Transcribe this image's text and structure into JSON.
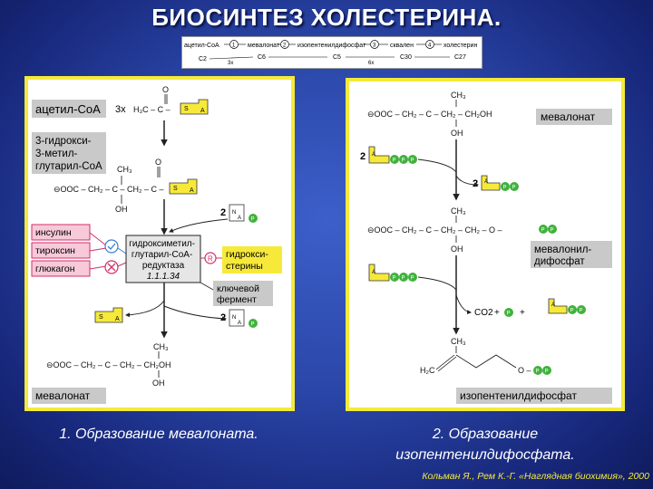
{
  "title": "БИОСИНТЕЗ ХОЛЕСТЕРИНА.",
  "scheme": {
    "compounds": [
      "ацетил-CoA",
      "мевалонат",
      "изопентенилдифосфат",
      "сквален",
      "холестерин"
    ],
    "steps": [
      "1",
      "2",
      "3",
      "4"
    ],
    "carbons": [
      "C2",
      "C6",
      "C5",
      "C30",
      "C27"
    ],
    "multipliers": [
      "3x",
      "6x"
    ]
  },
  "panel1": {
    "acetyl_coa": "ацетил-CoA",
    "acetyl_coa_count": "3x",
    "hmg_coa": "3-гидрокси-\n3-метил-\nглутарил-CoA",
    "inhibitors": [
      "инсулин",
      "тироксин",
      "глюкагон"
    ],
    "enzyme": "гидроксиметил-\nглутарил-CoA-\nредуктаза",
    "enzyme_ec": "1.1.1.34",
    "hydroxysterols": "гидрокси-\nстерины",
    "key_enzyme": "ключевой\nфермент",
    "coefficient": "2",
    "mevalonate_label": "мевалонат"
  },
  "panel2": {
    "mevalonate": "мевалонат",
    "mevalonyl_diphosphate": "мевалонил-\nдифосфат",
    "product_label": "изопентенилдифосфат",
    "co2": "CO2",
    "coefficient": "2"
  },
  "captions": {
    "caption1": "1. Образование мевалоната.",
    "caption2": "2. Образование\nизопентенилдифосфата."
  },
  "credit": "Кольман Я., Рем К.-Г. «Наглядная биохимия», 2000",
  "colors": {
    "highlight": "#f4ea3a",
    "label_bg": "#c9c9c9",
    "inhibitor_bg": "#f7c9d9",
    "inhibitor_border": "#d0306b",
    "phosphate": "#3fb23c",
    "coa_bg": "#f7e93a",
    "background": "#2a46a8"
  }
}
